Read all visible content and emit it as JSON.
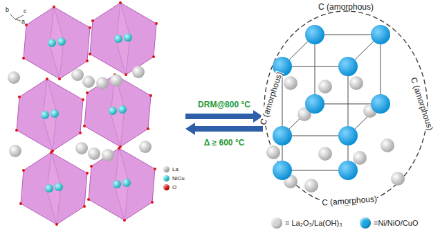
{
  "diagram": {
    "labels": [
      "b",
      "c",
      "a",
      "DRM@800 °C",
      "Δ ≥ 600 °C",
      "C (amorphous)",
      "C (amorphous)",
      "C (amorphous)",
      "C (amorphous)"
    ],
    "legend": [
      {
        "text": "La",
        "color": "#c8c8c8"
      },
      {
        "text": "NiCu",
        "color": "#33d6e0"
      },
      {
        "text": "O",
        "color": "#e01010"
      },
      {
        "text": "= La₂O₃/La(OH)₃",
        "color": "#d4d4d4"
      },
      {
        "text": "=Ni/NiO/CuO",
        "color": "#1aa7e6"
      }
    ]
  }
}
